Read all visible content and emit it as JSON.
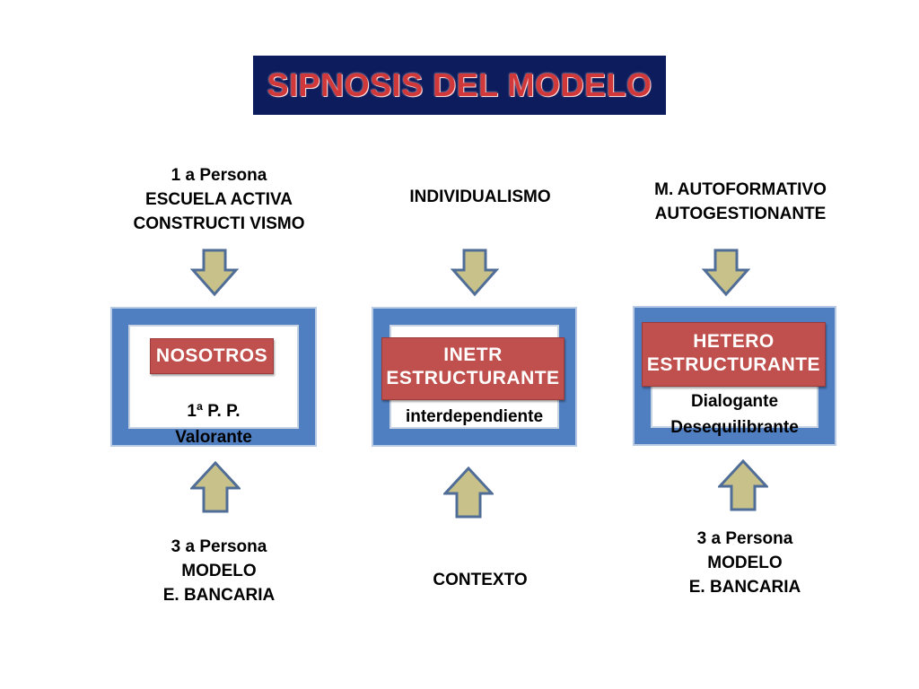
{
  "title": "SIPNOSIS DEL MODELO",
  "columns": [
    {
      "top_label": [
        "1 a  Persona",
        "ESCUELA  ACTIVA",
        "CONSTRUCTI VISMO"
      ],
      "tag": [
        "NOSOTROS"
      ],
      "box_text": [
        "1ª   P. P.",
        "Valorante"
      ],
      "bottom_label": [
        "3 a  Persona",
        "MODELO",
        "E. BANCARIA"
      ]
    },
    {
      "top_label": [
        "INDIVIDUALISMO"
      ],
      "tag": [
        "INETR",
        "ESTRUCTURANTE"
      ],
      "box_text": [
        "interdependiente"
      ],
      "bottom_label": [
        "CONTEXTO"
      ]
    },
    {
      "top_label": [
        "M. AUTOFORMATIVO",
        "AUTOGESTIONANTE"
      ],
      "tag": [
        "HETERO",
        "ESTRUCTURANTE"
      ],
      "box_text": [
        "Dialogante",
        "Desequilibrante"
      ],
      "bottom_label": [
        "3 a  Persona",
        "MODELO",
        "E. BANCARIA"
      ]
    }
  ],
  "icons": {
    "down_arrow": "arrow-down-icon",
    "up_arrow": "arrow-up-icon"
  },
  "colors": {
    "title_bg": "#0c1c5c",
    "title_text": "#d0383a",
    "frame": "#4f7fc1",
    "tag": "#c0504d",
    "arrow_fill": "#c8c28a",
    "arrow_stroke": "#4f6d96"
  }
}
